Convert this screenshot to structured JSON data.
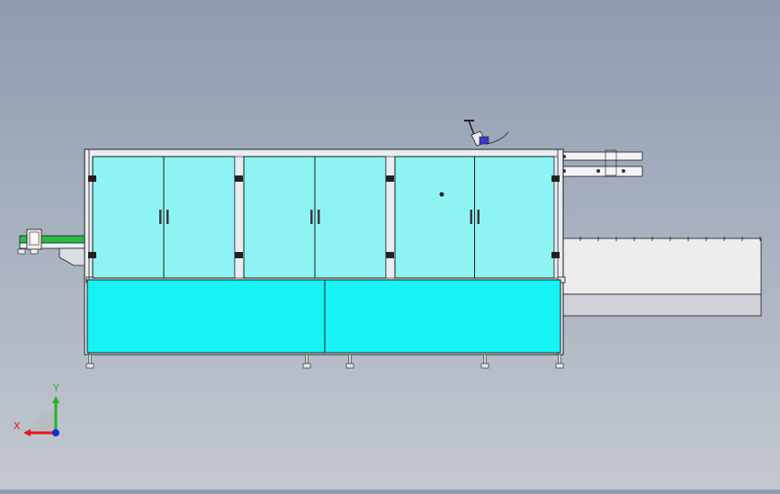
{
  "viewport": {
    "background_top": "#8e9bb0",
    "background_bottom": "#c3c8d0"
  },
  "model": {
    "frame_color": "#e9eef2",
    "door_color": "#8df3f3",
    "base_color": "#17f2f2",
    "outline_color": "#1a1a1a",
    "hinge_color": "#222222",
    "side_module_color": "#ececec",
    "door_sections": 3,
    "doors_per_section": 2,
    "base_panels": 2
  },
  "triad": {
    "x_label": "X",
    "y_label": "Y",
    "x_color": "#e8161b",
    "y_color": "#22b32c",
    "z_color": "#1a2bd6"
  }
}
